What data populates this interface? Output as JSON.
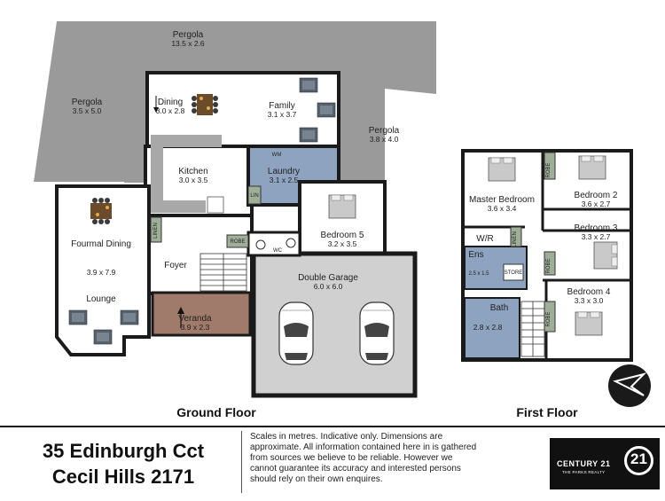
{
  "ground_floor": {
    "title": "Ground Floor",
    "rooms": {
      "pergola_top": {
        "name": "Pergola",
        "dims": "13.5 x 2.6"
      },
      "pergola_left": {
        "name": "Pergola",
        "dims": "3.5 x 5.0"
      },
      "pergola_right": {
        "name": "Pergola",
        "dims": "3.8 x 4.0"
      },
      "dining": {
        "name": "Dining",
        "dims": "3.0 x 2.8"
      },
      "family": {
        "name": "Family",
        "dims": "3.1 x 3.7"
      },
      "kitchen": {
        "name": "Kitchen",
        "dims": "3.0 x 3.5"
      },
      "laundry": {
        "name": "Laundry",
        "dims": "3.1 x 2.5"
      },
      "formal_dining": {
        "name": "Fourmal Dining",
        "dims": "3.9 x 7.9"
      },
      "lounge": {
        "name": "Lounge"
      },
      "bedroom5": {
        "name": "Bedroom 5",
        "dims": "3.2 x 3.5"
      },
      "foyer": {
        "name": "Foyer"
      },
      "veranda": {
        "name": "Veranda",
        "dims": "3.9 x 2.3"
      },
      "garage": {
        "name": "Double Garage",
        "dims": "6.0 x 6.0"
      }
    },
    "labels": {
      "wm": "WM",
      "lin": "LIN",
      "linen": "LINEN",
      "robe": "ROBE",
      "wc": "WC"
    }
  },
  "first_floor": {
    "title": "First Floor",
    "rooms": {
      "master": {
        "name": "Master Bedroom",
        "dims": "3.6 x 3.4"
      },
      "bed2": {
        "name": "Bedroom 2",
        "dims": "3.6 x 2.7"
      },
      "bed3": {
        "name": "Bedroom 3",
        "dims": "3.3 x 2.7"
      },
      "bed4": {
        "name": "Bedroom 4",
        "dims": "3.3 x 3.0"
      },
      "wr": {
        "name": "W/R"
      },
      "ens": {
        "name": "Ens",
        "dims": "2.5 x 1.5"
      },
      "bath": {
        "name": "Bath",
        "dims": "2.8 x 2.8"
      }
    },
    "labels": {
      "robe": "ROBE",
      "linen": "LINEN",
      "store": "STORE"
    }
  },
  "footer": {
    "address_line1": "35 Edinburgh Cct",
    "address_line2": "Cecil Hills 2171",
    "disclaimer": "Scales in metres. Indicative only. Dimensions are approximate. All information contained here in is gathered from sources we believe to be reliable. However we cannot guarantee its accuracy and interested persons should rely on their own enquires.",
    "brand": "CENTURY 21",
    "brand_sub": "THE PARKS REALTY",
    "brand_mark": "21"
  },
  "icons": [
    "compass-icon",
    "car-icon",
    "bed-icon",
    "dining-table-icon",
    "sofa-icon",
    "toilet-icon"
  ],
  "colors": {
    "pergola": "#9a9a9a",
    "veranda": "#a07a6a",
    "garage": "#d0d0d0",
    "laundry": "#8da3bf",
    "wall": "#1a1a1a",
    "floor": "#ffffff",
    "kitchen_bench": "#a8a8a8"
  }
}
